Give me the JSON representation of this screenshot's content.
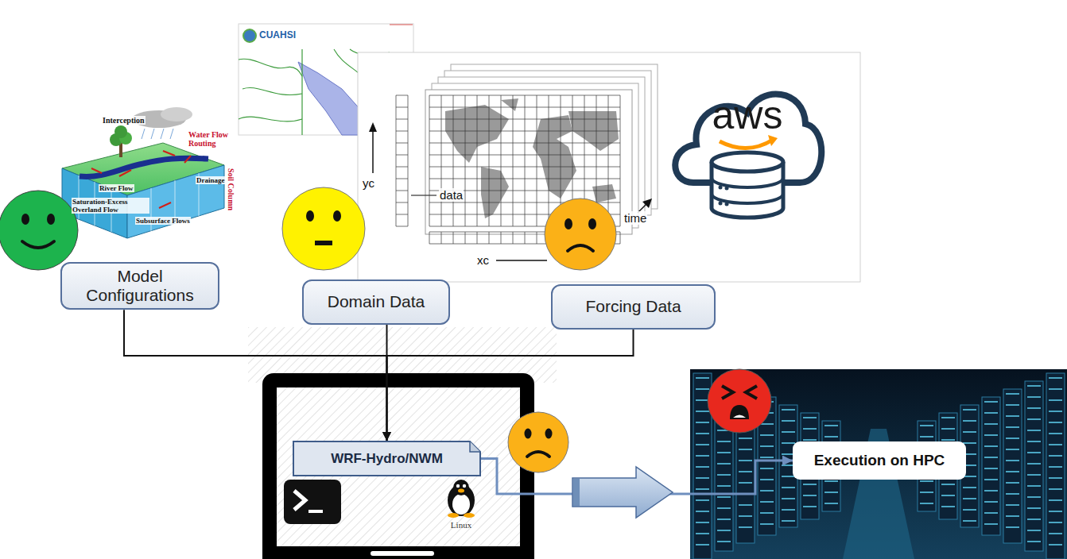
{
  "diagram": {
    "nodes": [
      {
        "text": [
          "Model Configurations"
        ]
      },
      {
        "text": [
          "Domain Data"
        ]
      },
      {
        "text": [
          "Forcing Data"
        ]
      },
      {
        "text": [
          "WRF-Hydro/NWM"
        ]
      },
      {
        "text": [
          "Execution on HPC"
        ]
      }
    ],
    "edges": [
      {
        "from": 0,
        "to": 3,
        "arrow": "to"
      },
      {
        "from": 1,
        "to": 3,
        "arrow": "to"
      },
      {
        "from": 2,
        "to": 3,
        "arrow": "to"
      },
      {
        "from": 3,
        "to": 4,
        "arrow": "to"
      }
    ],
    "labels": [
      "CUAHSI",
      "Interception",
      "Water Flow Routing",
      "Saturation-Excess Overland Flow",
      "River Flow",
      "Drainage",
      "Subsurface Flows",
      "Soil Column",
      "yc",
      "data",
      "xc",
      "time",
      "aws",
      "Linux"
    ]
  }
}
